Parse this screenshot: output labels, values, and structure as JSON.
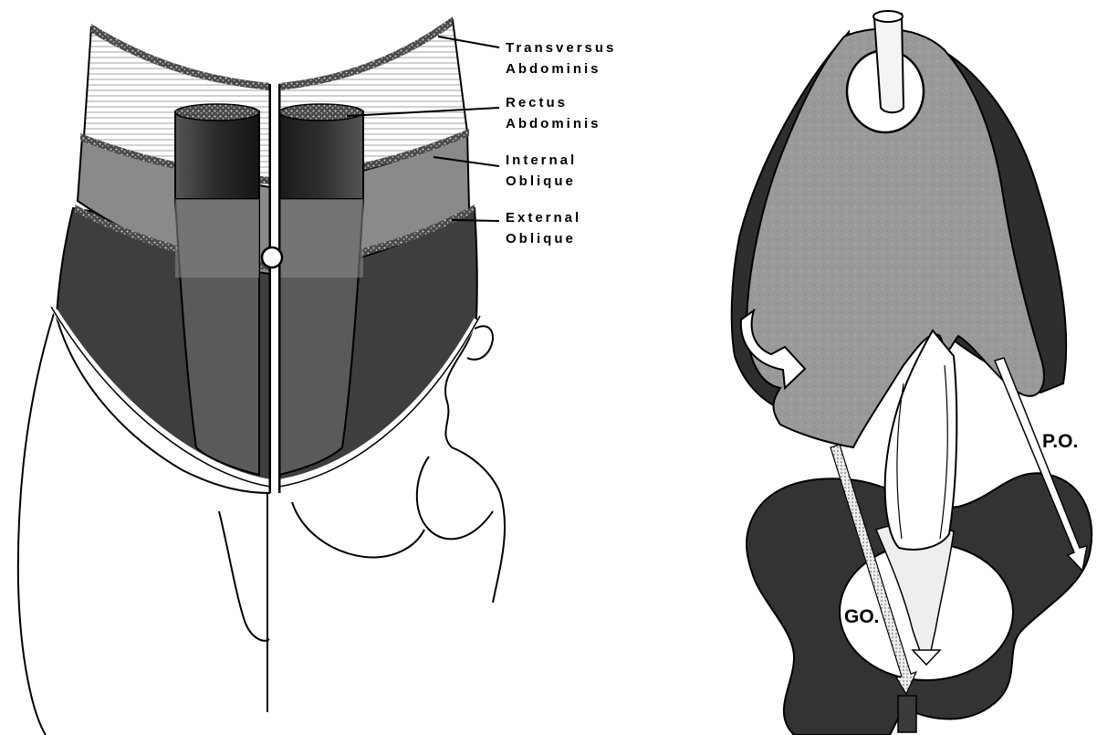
{
  "left_figure": {
    "labels": {
      "transversus_line1": "Transversus",
      "transversus_line2": "Abdominis",
      "rectus_line1": "Rectus",
      "rectus_line2": "Abdominis",
      "internal_line1": "Internal",
      "internal_line2": "Oblique",
      "external_line1": "External",
      "external_line2": "Oblique"
    }
  },
  "right_figure": {
    "labels": {
      "po": "P.O.",
      "go": "GO."
    }
  },
  "colors": {
    "background": "#ffffff",
    "ink": "#000000",
    "dark_muscle": "#3e3e3e",
    "mid_muscle": "#6a6a6a",
    "light_muscle": "#9a9a9a",
    "sheet_gray": "#979797",
    "pelvis_dark": "#333333"
  }
}
